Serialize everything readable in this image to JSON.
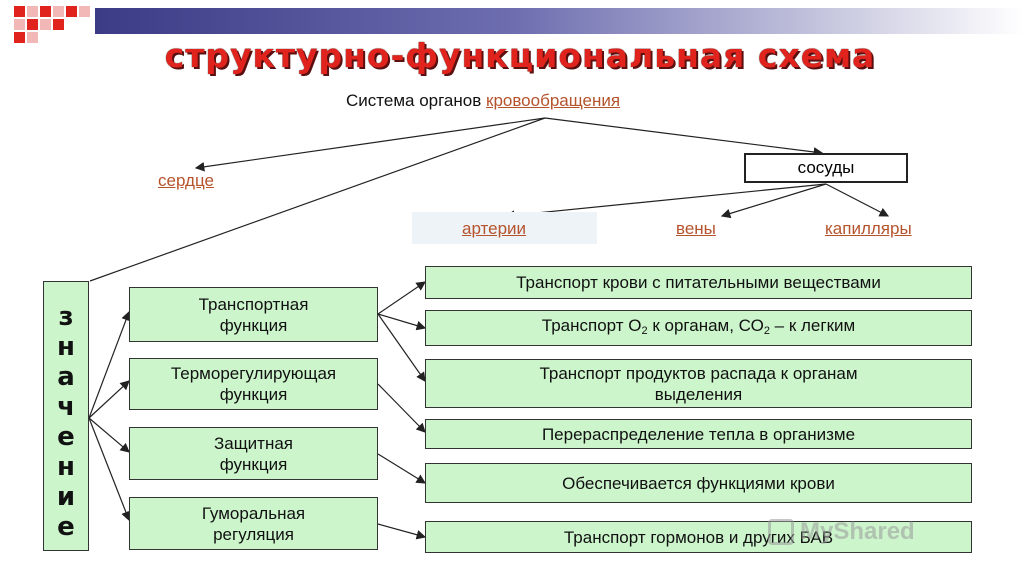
{
  "title": "структурно-функциональная схема",
  "system": {
    "prefix": "Система органов",
    "link": "кровообращения"
  },
  "heart": "сердце",
  "vessels": "сосуды",
  "arteries": "артерии",
  "veins": "вены",
  "capillaries": "капилляры",
  "meaning_letters": [
    "з",
    "н",
    "а",
    "ч",
    "е",
    "н",
    "и",
    "е"
  ],
  "functions": [
    {
      "line1": "Транспортная",
      "line2": "функция"
    },
    {
      "line1": "Терморегулирующая",
      "line2": "функция"
    },
    {
      "line1": "Защитная",
      "line2": "функция"
    },
    {
      "line1": "Гуморальная",
      "line2": "регуляция"
    }
  ],
  "results": {
    "r1": "Транспорт крови с питательными веществами",
    "r2_a": "Транспорт О",
    "r2_sub1": "2",
    "r2_b": " к органам, СО",
    "r2_sub2": "2",
    "r2_c": " – к легким",
    "r3_line1": "Транспорт продуктов распада к органам",
    "r3_line2": "выделения",
    "r4": "Перераспределение тепла в организме",
    "r5": "Обеспечивается функциями крови",
    "r6": "Транспорт гормонов и других БАВ"
  },
  "watermark": "MyShared",
  "colors": {
    "title": "#e0231c",
    "link": "#b5532c",
    "box_fill": "#ccf5cc",
    "border": "#333333"
  }
}
